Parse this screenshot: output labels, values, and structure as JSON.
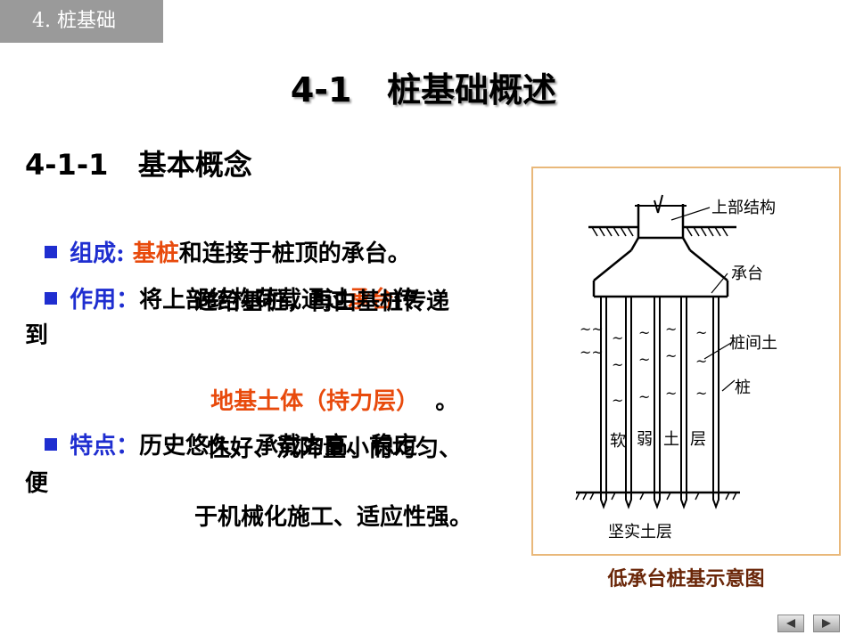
{
  "header": {
    "section_tab": "4. 桩基础",
    "title": "4-1   桩基础概述",
    "subtitle": "4-1-1   基本概念"
  },
  "content": {
    "composition": {
      "label": "组成:",
      "highlight": "基桩",
      "text": "和连接于桩顶的承台。"
    },
    "function": {
      "label": "作用：",
      "text_a": "将上部结构荷载通过",
      "highlight": "承台",
      "text_b": "传",
      "line2": "递给基桩，再由基桩传递",
      "line3": "到",
      "line4_highlight": "地基土体（持力层）",
      "line4_tail": "  。"
    },
    "features": {
      "label": "特点：",
      "line1": "历史悠久、承载力高、稳定",
      "line2": "性好、沉降量小而均匀、",
      "line3": "便",
      "line4": "于机械化施工、适应性强。"
    }
  },
  "diagram": {
    "labels": {
      "superstructure": "上部结构",
      "cap": "承台",
      "inter_pile_soil": "桩间土",
      "pile": "桩",
      "soft_layer": [
        "软",
        "弱",
        "土",
        "层"
      ],
      "hard_layer": "坚实土层"
    },
    "caption": "低承台桩基示意图"
  },
  "navigation": {
    "prev_icon": "triangle-left-icon",
    "next_icon": "triangle-right-icon"
  },
  "colors": {
    "tab_bg": "#9a9a9a",
    "label_blue": "#1f2ed0",
    "highlight_red": "#e84a0c",
    "frame": "#e9b87a",
    "caption": "#6a2608"
  }
}
